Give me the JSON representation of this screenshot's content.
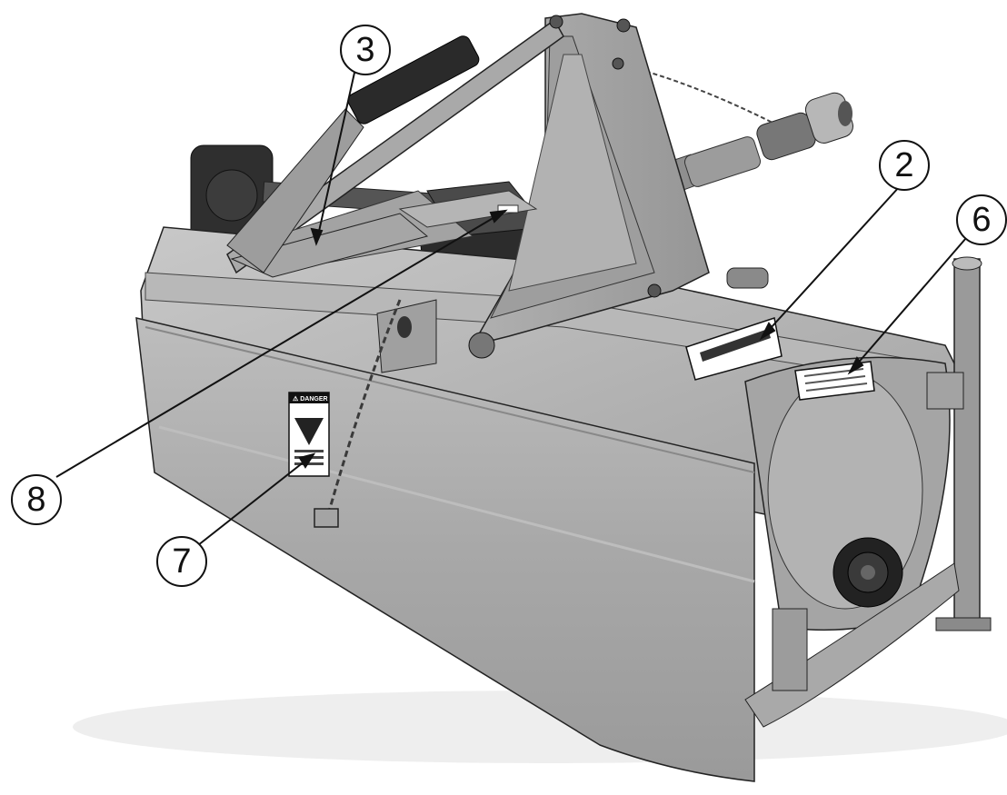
{
  "callouts": [
    {
      "id": "callout-2",
      "label": "2"
    },
    {
      "id": "callout-3",
      "label": "3"
    },
    {
      "id": "callout-6",
      "label": "6"
    },
    {
      "id": "callout-7",
      "label": "7"
    },
    {
      "id": "callout-8",
      "label": "8"
    }
  ],
  "danger_decal": {
    "text": "⚠ DANGER"
  },
  "colors": {
    "body": "#a9a9a9",
    "body_light": "#c2c2c2",
    "body_dark": "#7a7a7a",
    "shadow": "#3a3a3a",
    "outline": "#111111",
    "background": "#ffffff"
  }
}
